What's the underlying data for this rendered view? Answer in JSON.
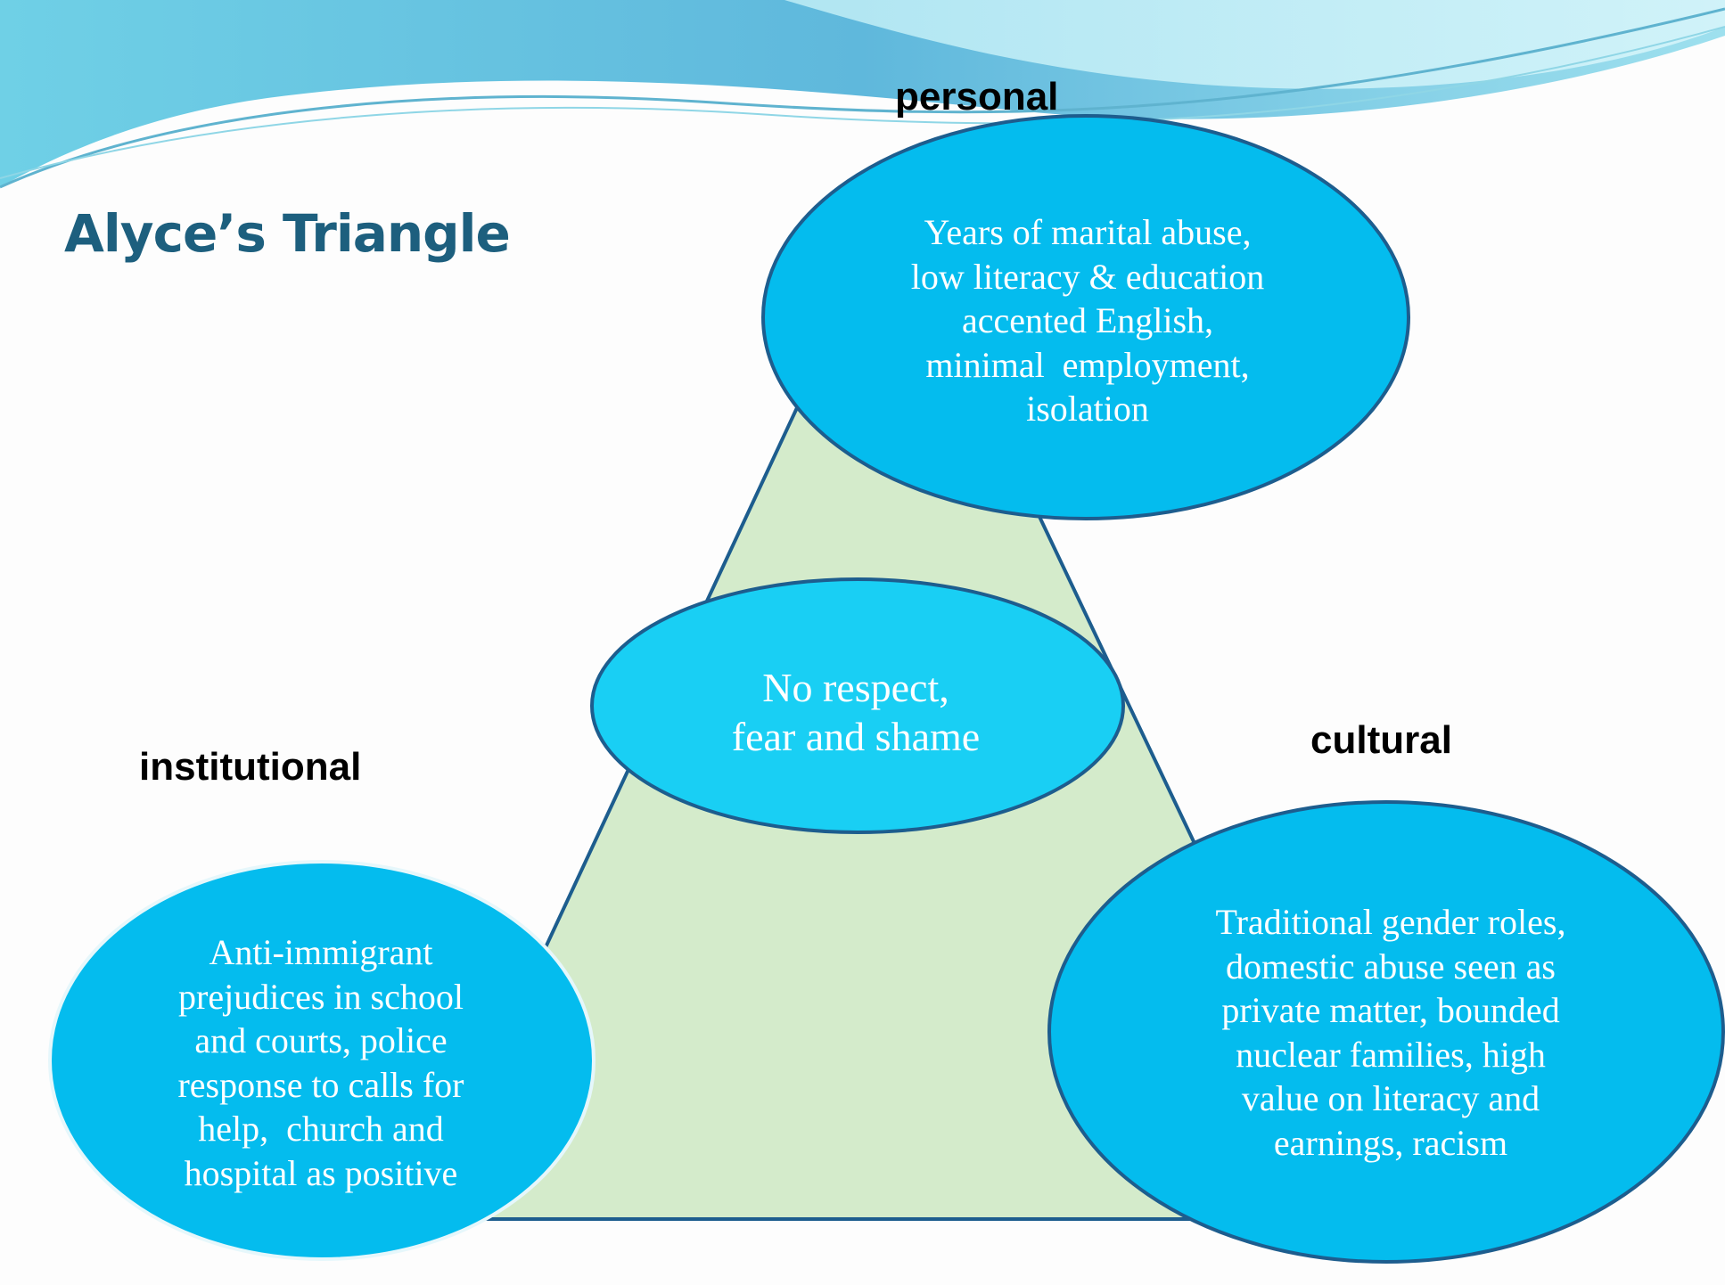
{
  "slide": {
    "title": "Alyce’s Triangle"
  },
  "corners": {
    "personal": "personal",
    "institutional": "institutional",
    "cultural": "cultural"
  },
  "ellipses": {
    "personal": {
      "lines": [
        "Years of marital abuse,",
        "low literacy & education",
        "accented English,",
        "minimal  employment,",
        "isolation"
      ]
    },
    "center": {
      "lines": [
        "No respect,",
        "fear and shame"
      ]
    },
    "institutional": {
      "lines": [
        "Anti-immigrant",
        "prejudices in school",
        "and courts, police",
        "response to calls for",
        "help,  church and",
        "hospital as positive"
      ]
    },
    "cultural": {
      "lines": [
        "Traditional gender roles,",
        "domestic abuse seen as",
        "private matter, bounded",
        "nuclear families, high",
        "value on literacy and",
        "earnings, racism"
      ]
    }
  },
  "colors": {
    "ellipse_fill": "#04bcee",
    "center_fill": "#19cff4",
    "ellipse_stroke": "#1d5d8e",
    "triangle_fill": "#d4ebcb",
    "title_color": "#1d5f7e"
  }
}
